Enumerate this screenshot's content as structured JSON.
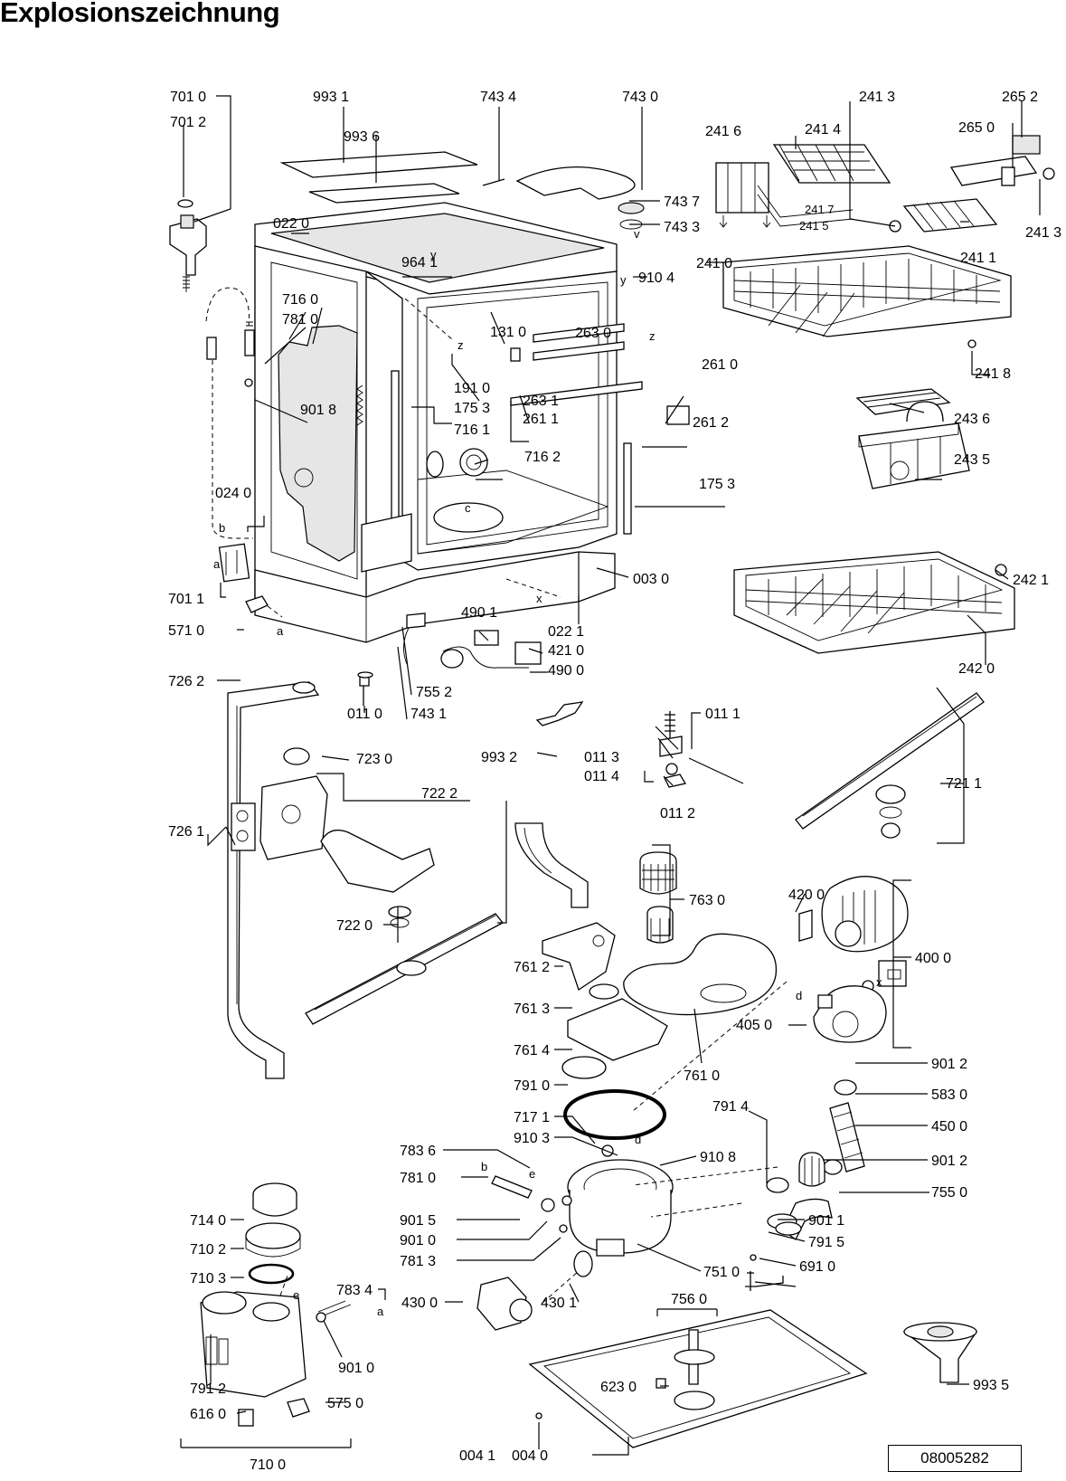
{
  "title": "Explosionszeichnung",
  "document_number": "08005282",
  "labels": [
    {
      "id": "l1",
      "text": "701 0"
    },
    {
      "id": "l2",
      "text": "701 2"
    },
    {
      "id": "l3",
      "text": "993 1"
    },
    {
      "id": "l4",
      "text": "993 6"
    },
    {
      "id": "l5",
      "text": "743 4"
    },
    {
      "id": "l6",
      "text": "743 0"
    },
    {
      "id": "l7",
      "text": "241 3"
    },
    {
      "id": "l8",
      "text": "265 2"
    },
    {
      "id": "l9",
      "text": "241 6"
    },
    {
      "id": "l10",
      "text": "241 4"
    },
    {
      "id": "l11",
      "text": "265 0"
    },
    {
      "id": "l12",
      "text": "743 7"
    },
    {
      "id": "l13",
      "text": "743 3"
    },
    {
      "id": "l14",
      "text": "241 7"
    },
    {
      "id": "l15",
      "text": "241 5"
    },
    {
      "id": "l16",
      "text": "241 3"
    },
    {
      "id": "l17",
      "text": "241 1"
    },
    {
      "id": "l18",
      "text": "022 0"
    },
    {
      "id": "l19",
      "text": "964 1"
    },
    {
      "id": "l20",
      "text": "910 4"
    },
    {
      "id": "l21",
      "text": "241 0"
    },
    {
      "id": "l22",
      "text": "716 0"
    },
    {
      "id": "l23",
      "text": "781 0"
    },
    {
      "id": "l24",
      "text": "131 0"
    },
    {
      "id": "l25",
      "text": "263 0"
    },
    {
      "id": "l26",
      "text": "261 0"
    },
    {
      "id": "l27",
      "text": "241 8"
    },
    {
      "id": "l28",
      "text": "901 8"
    },
    {
      "id": "l29",
      "text": "191 0"
    },
    {
      "id": "l30",
      "text": "175 3"
    },
    {
      "id": "l31",
      "text": "263 1"
    },
    {
      "id": "l32",
      "text": "261 1"
    },
    {
      "id": "l33",
      "text": "261 2"
    },
    {
      "id": "l34",
      "text": "243 6"
    },
    {
      "id": "l35",
      "text": "716 1"
    },
    {
      "id": "l36",
      "text": "716 2"
    },
    {
      "id": "l37",
      "text": "243 5"
    },
    {
      "id": "l38",
      "text": "175 3"
    },
    {
      "id": "l39",
      "text": "024 0"
    },
    {
      "id": "l40",
      "text": "003 0"
    },
    {
      "id": "l41",
      "text": "242 1"
    },
    {
      "id": "l42",
      "text": "701 1"
    },
    {
      "id": "l43",
      "text": "490 1"
    },
    {
      "id": "l44",
      "text": "022 1"
    },
    {
      "id": "l45",
      "text": "571 0"
    },
    {
      "id": "l46",
      "text": "421 0"
    },
    {
      "id": "l47",
      "text": "490 0"
    },
    {
      "id": "l48",
      "text": "242 0"
    },
    {
      "id": "l49",
      "text": "726 2"
    },
    {
      "id": "l50",
      "text": "755 2"
    },
    {
      "id": "l51",
      "text": "011 0"
    },
    {
      "id": "l52",
      "text": "743 1"
    },
    {
      "id": "l53",
      "text": "011 1"
    },
    {
      "id": "l54",
      "text": "723 0"
    },
    {
      "id": "l55",
      "text": "993 2"
    },
    {
      "id": "l56",
      "text": "011 3"
    },
    {
      "id": "l57",
      "text": "011 4"
    },
    {
      "id": "l58",
      "text": "722 2"
    },
    {
      "id": "l59",
      "text": "721 1"
    },
    {
      "id": "l60",
      "text": "011 2"
    },
    {
      "id": "l61",
      "text": "726 1"
    },
    {
      "id": "l62",
      "text": "420 0"
    },
    {
      "id": "l63",
      "text": "763 0"
    },
    {
      "id": "l64",
      "text": "722 0"
    },
    {
      "id": "l65",
      "text": "400 0"
    },
    {
      "id": "l66",
      "text": "761 2"
    },
    {
      "id": "l67",
      "text": "761 3"
    },
    {
      "id": "l68",
      "text": "405 0"
    },
    {
      "id": "l69",
      "text": "761 4"
    },
    {
      "id": "l70",
      "text": "761 0"
    },
    {
      "id": "l71",
      "text": "901 2"
    },
    {
      "id": "l72",
      "text": "791 0"
    },
    {
      "id": "l73",
      "text": "791 4"
    },
    {
      "id": "l74",
      "text": "583 0"
    },
    {
      "id": "l75",
      "text": "717 1"
    },
    {
      "id": "l76",
      "text": "450 0"
    },
    {
      "id": "l77",
      "text": "910 3"
    },
    {
      "id": "l78",
      "text": "910 8"
    },
    {
      "id": "l79",
      "text": "783 6"
    },
    {
      "id": "l80",
      "text": "901 2"
    },
    {
      "id": "l81",
      "text": "781 0"
    },
    {
      "id": "l82",
      "text": "755 0"
    },
    {
      "id": "l83",
      "text": "714 0"
    },
    {
      "id": "l84",
      "text": "901 5"
    },
    {
      "id": "l85",
      "text": "901 1"
    },
    {
      "id": "l86",
      "text": "901 0"
    },
    {
      "id": "l87",
      "text": "791 5"
    },
    {
      "id": "l88",
      "text": "710 2"
    },
    {
      "id": "l89",
      "text": "781 3"
    },
    {
      "id": "l90",
      "text": "751 0"
    },
    {
      "id": "l91",
      "text": "691 0"
    },
    {
      "id": "l92",
      "text": "710 3"
    },
    {
      "id": "l93",
      "text": "430 0"
    },
    {
      "id": "l94",
      "text": "783 4"
    },
    {
      "id": "l95",
      "text": "430 1"
    },
    {
      "id": "l96",
      "text": "756 0"
    },
    {
      "id": "l97",
      "text": "901 0"
    },
    {
      "id": "l98",
      "text": "993 5"
    },
    {
      "id": "l99",
      "text": "791 2"
    },
    {
      "id": "l100",
      "text": "623 0"
    },
    {
      "id": "l101",
      "text": "616 0"
    },
    {
      "id": "l102",
      "text": "575 0"
    },
    {
      "id": "l103",
      "text": "710 0"
    },
    {
      "id": "l104",
      "text": "004 1"
    },
    {
      "id": "l105",
      "text": "004 0"
    }
  ],
  "markers": [
    {
      "id": "m1",
      "text": "z"
    },
    {
      "id": "m2",
      "text": "z"
    },
    {
      "id": "m3",
      "text": "y"
    },
    {
      "id": "m4",
      "text": "c"
    },
    {
      "id": "m5",
      "text": "b"
    },
    {
      "id": "m6",
      "text": "a"
    },
    {
      "id": "m7",
      "text": "a"
    },
    {
      "id": "m8",
      "text": "x"
    },
    {
      "id": "m9",
      "text": "x"
    },
    {
      "id": "m10",
      "text": "d"
    },
    {
      "id": "m11",
      "text": "d"
    },
    {
      "id": "m12",
      "text": "b"
    },
    {
      "id": "m13",
      "text": "e"
    },
    {
      "id": "m14",
      "text": "e"
    },
    {
      "id": "m15",
      "text": "a"
    },
    {
      "id": "m16",
      "text": "y"
    },
    {
      "id": "m17",
      "text": "v"
    }
  ]
}
